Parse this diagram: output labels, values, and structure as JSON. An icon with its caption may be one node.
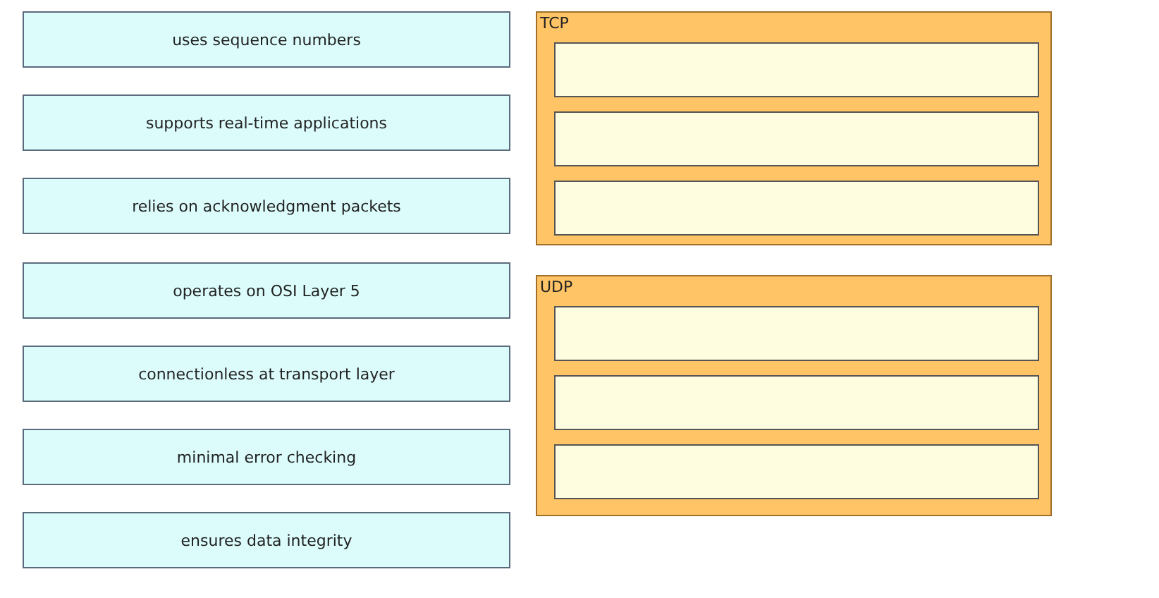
{
  "diagram": {
    "nodes": [
      {
        "text": [
          "uses sequence numbers"
        ]
      },
      {
        "text": [
          "supports real-time applications"
        ]
      },
      {
        "text": [
          "relies on acknowledgment packets"
        ]
      },
      {
        "text": [
          "operates on OSI Layer 5"
        ]
      },
      {
        "text": [
          "connectionless at transport layer"
        ]
      },
      {
        "text": [
          "minimal error checking"
        ]
      },
      {
        "text": [
          "ensures data integrity"
        ]
      },
      {
        "text": [
          "TCP"
        ]
      },
      {
        "text": [],
        "shape": "box",
        "in": 7
      },
      {
        "text": [],
        "shape": "box",
        "in": 7
      },
      {
        "text": [],
        "shape": "box",
        "in": 7
      },
      {
        "text": [
          "UDP"
        ]
      },
      {
        "text": [],
        "shape": "box",
        "in": 11
      },
      {
        "text": [],
        "shape": "box",
        "in": 11
      },
      {
        "text": [],
        "shape": "box",
        "in": 11
      }
    ]
  }
}
